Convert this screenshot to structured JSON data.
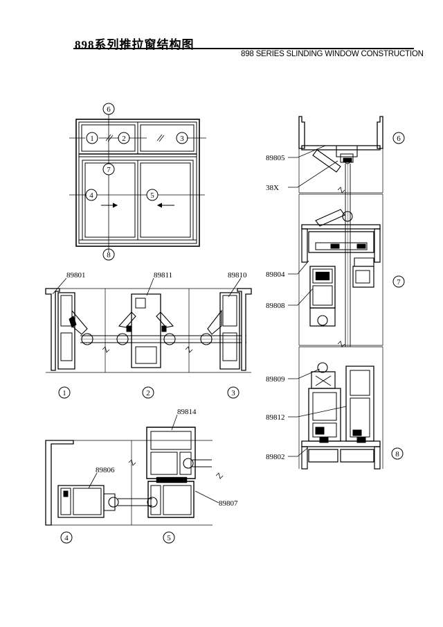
{
  "title": {
    "cn": "898系列推拉窗结构图",
    "en": "898 SERIES SLINDING WINDOW CONSTRUCTION"
  },
  "section_numbers": {
    "n1": "1",
    "n2": "2",
    "n3": "3",
    "n4": "4",
    "n5": "5",
    "n6": "6",
    "n7": "7",
    "n8": "8"
  },
  "part_codes": {
    "p89801": "89801",
    "p89811": "89811",
    "p89810": "89810",
    "p89814": "89814",
    "p89806": "89806",
    "p89807": "89807",
    "p89805": "89805",
    "p38x": "38X",
    "p89804": "89804",
    "p89808": "89808",
    "p89809": "89809",
    "p89812": "89812",
    "p89802": "89802"
  },
  "colors": {
    "line": "#000000",
    "background": "#ffffff"
  }
}
